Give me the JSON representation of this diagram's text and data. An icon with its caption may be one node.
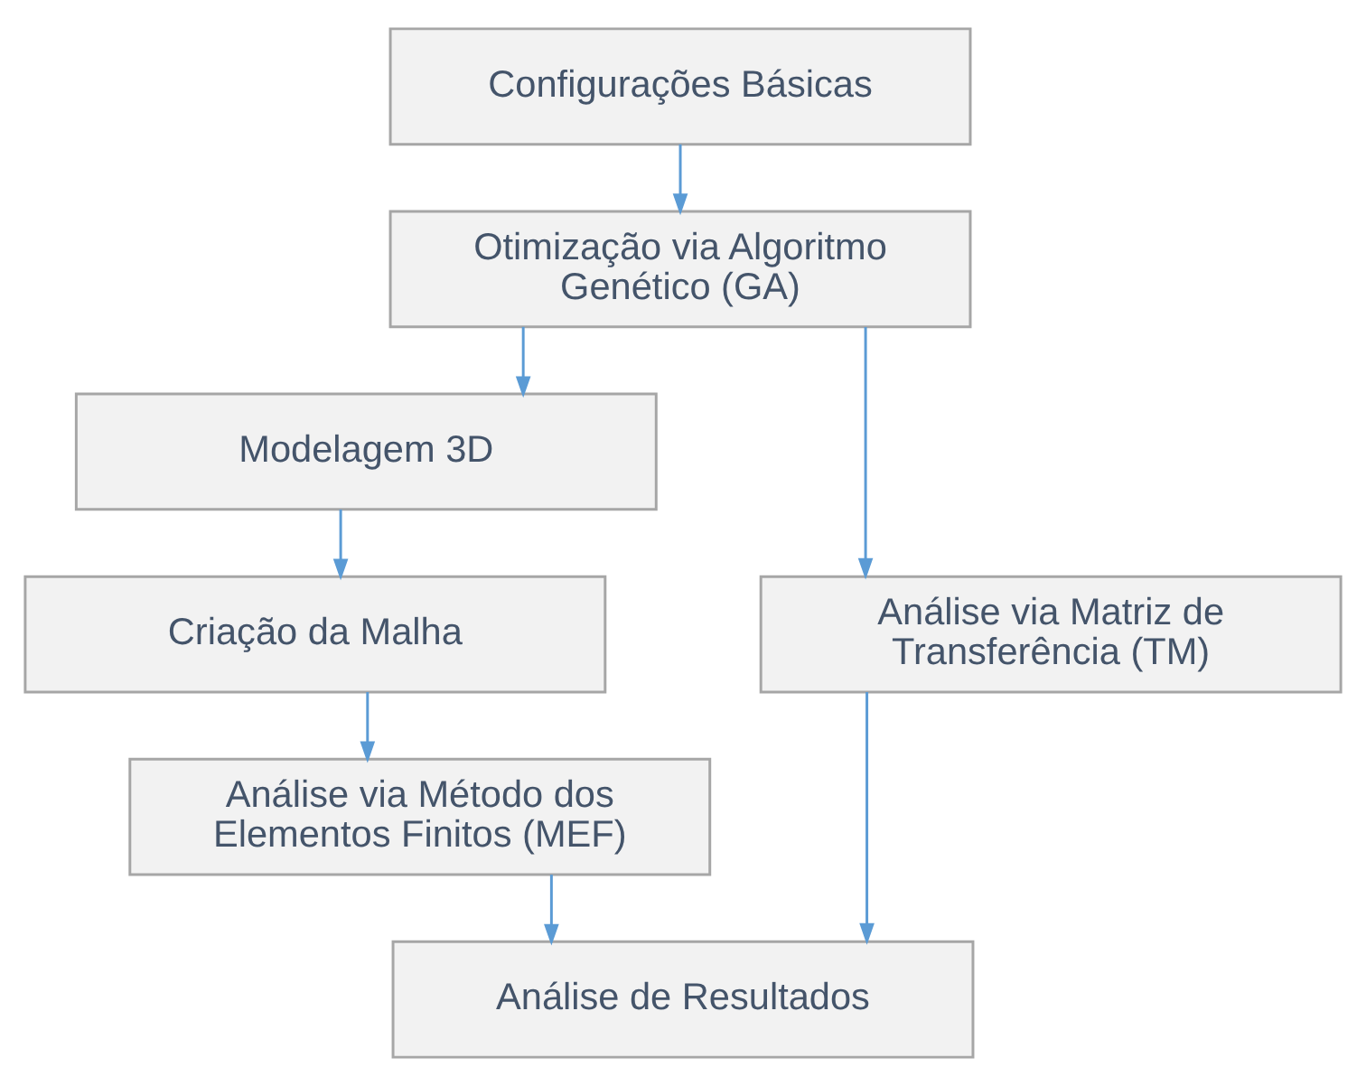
{
  "diagram": {
    "nodes": [
      {
        "text": [
          "Configurações Básicas"
        ]
      },
      {
        "text": [
          "Otimização via Algoritmo Genético (GA)"
        ]
      },
      {
        "text": [
          "Modelagem 3D"
        ]
      },
      {
        "text": [
          "Criação da Malha"
        ]
      },
      {
        "text": [
          "Análise via Método dos Elementos Finitos (MEF)"
        ]
      },
      {
        "text": [
          "Análise via Matriz de Transferência (TM)"
        ]
      },
      {
        "text": [
          "Análise de Resultados"
        ]
      }
    ],
    "edges": [
      {
        "from": 0,
        "to": 1,
        "arrow": "to"
      },
      {
        "from": 1,
        "to": 2,
        "arrow": "to"
      },
      {
        "from": 1,
        "to": 5,
        "arrow": "to"
      },
      {
        "from": 2,
        "to": 3,
        "arrow": "to"
      },
      {
        "from": 3,
        "to": 4,
        "arrow": "to"
      },
      {
        "from": 4,
        "to": 6,
        "arrow": "to"
      },
      {
        "from": 5,
        "to": 6,
        "arrow": "to"
      }
    ]
  }
}
